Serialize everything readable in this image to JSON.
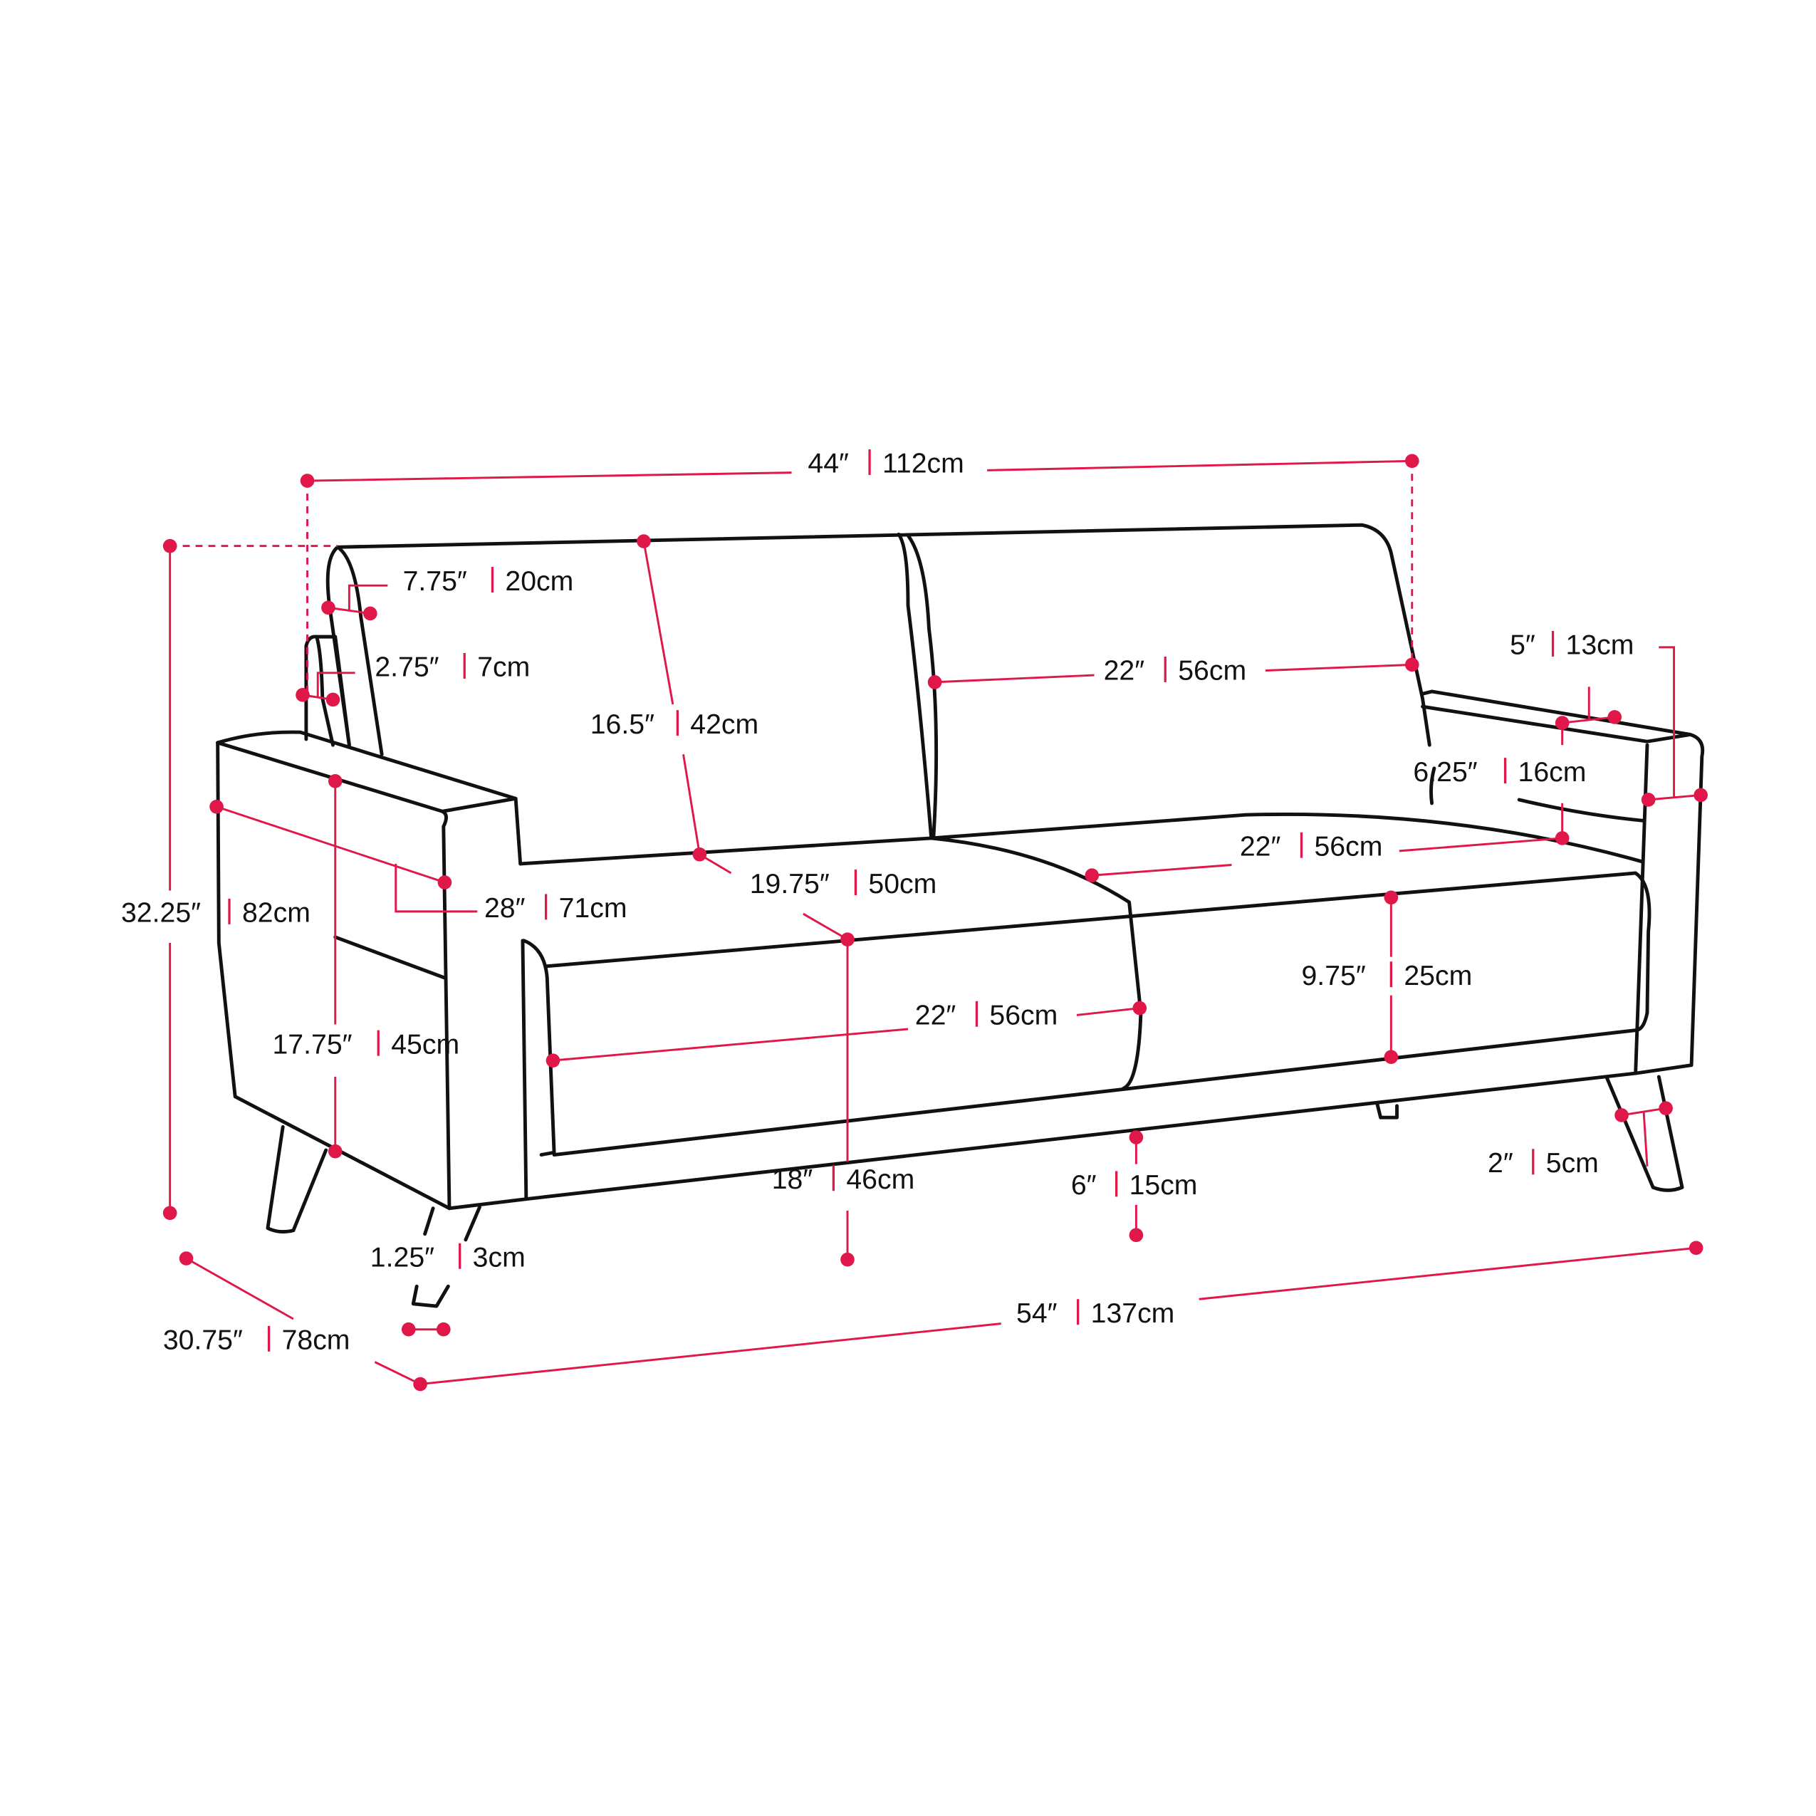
{
  "accent_color": "#e0184a",
  "dimensions": {
    "overall_back_width": {
      "imperial": "44″",
      "metric": "112cm"
    },
    "back_top_thickness": {
      "imperial": "7.75″",
      "metric": "20cm"
    },
    "back_lower_thickness": {
      "imperial": "2.75″",
      "metric": "7cm"
    },
    "backrest_height": {
      "imperial": "16.5″",
      "metric": "42cm"
    },
    "back_cushion_width": {
      "imperial": "22″",
      "metric": "56cm"
    },
    "arm_width": {
      "imperial": "5″",
      "metric": "13cm"
    },
    "arm_height_above_seat": {
      "imperial": "6.25″",
      "metric": "16cm"
    },
    "seat_depth_right": {
      "imperial": "22″",
      "metric": "56cm"
    },
    "overall_height": {
      "imperial": "32.25″",
      "metric": "82cm"
    },
    "arm_depth": {
      "imperial": "28″",
      "metric": "71cm"
    },
    "seat_depth": {
      "imperial": "19.75″",
      "metric": "50cm"
    },
    "seat_cushion_thickness": {
      "imperial": "9.75″",
      "metric": "25cm"
    },
    "seat_cushion_width": {
      "imperial": "22″",
      "metric": "56cm"
    },
    "arm_height": {
      "imperial": "17.75″",
      "metric": "45cm"
    },
    "seat_height": {
      "imperial": "18″",
      "metric": "46cm"
    },
    "leg_height": {
      "imperial": "6″",
      "metric": "15cm"
    },
    "leg_width": {
      "imperial": "2″",
      "metric": "5cm"
    },
    "leg_tip": {
      "imperial": "1.25″",
      "metric": "3cm"
    },
    "overall_depth": {
      "imperial": "30.75″",
      "metric": "78cm"
    },
    "overall_width": {
      "imperial": "54″",
      "metric": "137cm"
    }
  }
}
